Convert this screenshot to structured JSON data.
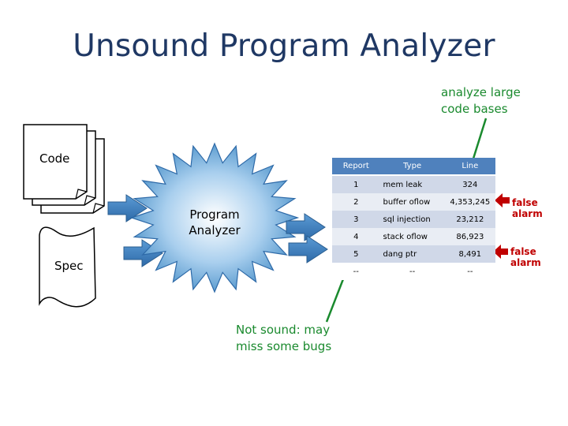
{
  "title": "Unsound Program Analyzer",
  "notes": {
    "analyze_line1": "analyze large",
    "analyze_line2": "code bases",
    "not_sound_line1": "Not sound: may",
    "not_sound_line2": "miss some bugs"
  },
  "inputs": {
    "code_label": "Code",
    "spec_label": "Spec"
  },
  "analyzer": {
    "line1": "Program",
    "line2": "Analyzer"
  },
  "report_table": {
    "headers": [
      "Report",
      "Type",
      "Line"
    ],
    "rows": [
      [
        "1",
        "mem leak",
        "324"
      ],
      [
        "2",
        "buffer oflow",
        "4,353,245"
      ],
      [
        "3",
        "sql injection",
        "23,212"
      ],
      [
        "4",
        "stack oflow",
        "86,923"
      ],
      [
        "5",
        "dang ptr",
        "8,491"
      ],
      [
        "--",
        "--",
        "--"
      ]
    ]
  },
  "false_alarm_label": "false alarm",
  "colors": {
    "title": "#1f3864",
    "green_note": "#1a8a2e",
    "red_arrow": "#c00000",
    "table_header": "#4f81bd",
    "row_odd": "#d0d8e8",
    "row_even": "#e9edf4",
    "starburst_fill": "#6baed6",
    "block_arrow_fill": "#2e74b5"
  }
}
